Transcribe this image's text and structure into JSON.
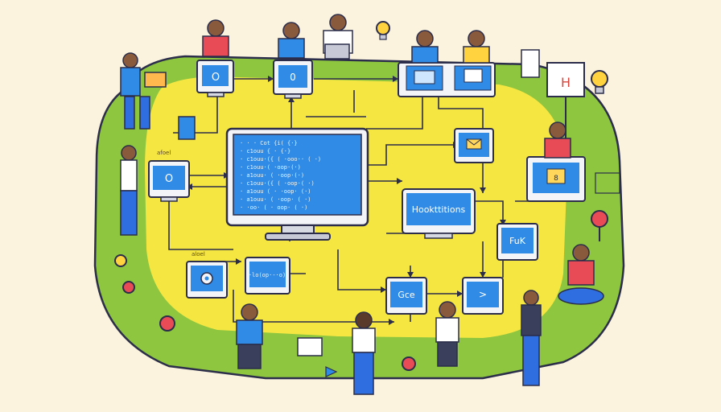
{
  "scene": {
    "main_code_lines": [
      "· · · Cot {i( {·}",
      "  ·  c1ouu  {  ·  {·}",
      "·  c1ouu·({ ( ·ooo·· ( ·)",
      "  ·  c1ouu·(  ·oop·(·)",
      "  ·  a1ouu·  ( ·oop·(·)",
      "  ·  c1ouu·({ ( ·oop·( ·)",
      "  ·  a1ouu  ( · ·oop· (·)",
      "  ·  a1ouu·  ( ·oop· ( ·)",
      "·  ·oo·  ( · oop· ( ·)"
    ],
    "monitor_labels": {
      "top_left": "O",
      "top_mid": "0",
      "left_mid": "O",
      "hooks": "Hookttitions",
      "fuk": "FuK",
      "gce": "Gce",
      "arrow": ">",
      "right_person": "8",
      "small_code": "·lo(op·-·o)"
    },
    "side_labels": {
      "left_top": "afoel",
      "left_bottom": "aloel"
    },
    "sign_letter": "H",
    "colors": {
      "grass": "#8ec63f",
      "island": "#f6e642",
      "screen": "#2f8be6",
      "frame": "#f3f4f8",
      "outline": "#2b2d4a"
    }
  }
}
